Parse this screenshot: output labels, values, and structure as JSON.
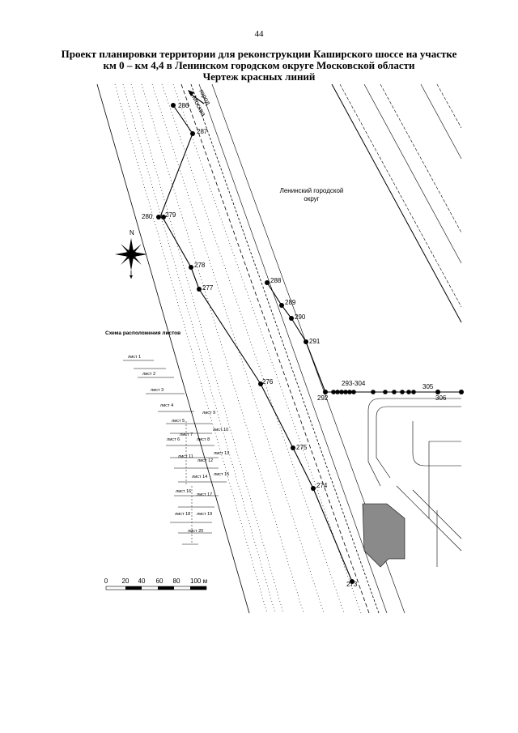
{
  "page_number": "44",
  "title": {
    "line1": "Проект планировки территории для реконструкции Каширского шоссе на участке",
    "line2": "км 0 – км 4,4 в Ленинском городском округе Московской области",
    "line3": "Чертеж красных линий"
  },
  "direction_label": {
    "line1": "город",
    "line2": "Москва"
  },
  "district_label": {
    "line1": "Ленинский городской",
    "line2": "округ"
  },
  "compass_label": "N",
  "points": [
    "286",
    "287",
    "280",
    "279",
    "278",
    "277",
    "288",
    "289",
    "290",
    "291",
    "276",
    "292",
    "293-304",
    "305",
    "306",
    "275",
    "274",
    "273"
  ],
  "schema": {
    "title": "Схема расположения листов",
    "sheets": [
      "лист 1",
      "лист 2",
      "лист 3",
      "лист 4",
      "лист 5",
      "лист 6",
      "лист 7",
      "лист 8",
      "лист 9",
      "лист 10",
      "лист 11",
      "лист 12",
      "лист 13",
      "лист 14",
      "лист 15",
      "лист 16",
      "лист 17",
      "лист 18",
      "лист 19",
      "лист 20"
    ]
  },
  "scale_bar": {
    "ticks": [
      "0",
      "20",
      "40",
      "60",
      "80",
      "100 м"
    ]
  }
}
